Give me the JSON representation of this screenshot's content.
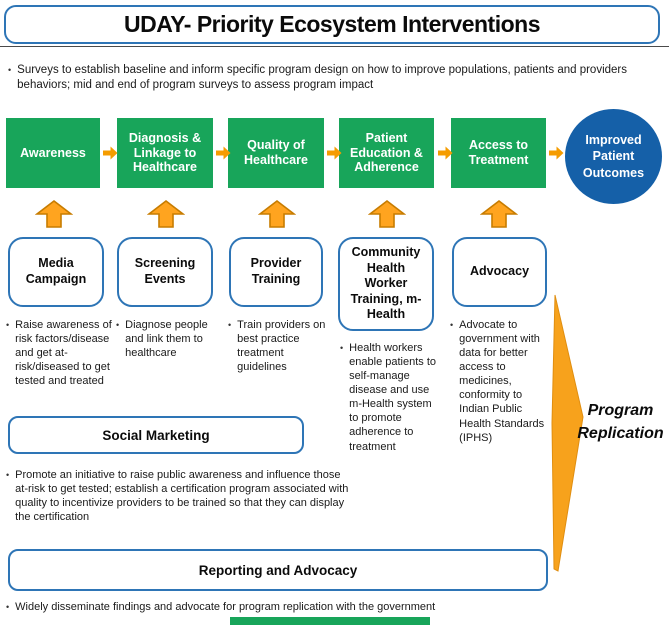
{
  "title": "UDAY- Priority Ecosystem Interventions",
  "top_note": "Surveys to establish baseline and inform specific program design on how to improve populations, patients and providers behaviors; mid and end of program surveys to assess program impact",
  "bullet_char": "•",
  "stages": [
    {
      "label": "Awareness"
    },
    {
      "label": "Diagnosis & Linkage to Healthcare"
    },
    {
      "label": "Quality of Healthcare"
    },
    {
      "label": "Patient Education & Adherence"
    },
    {
      "label": "Access to Treatment"
    }
  ],
  "outcome": "Improved Patient Outcomes",
  "interventions": [
    {
      "label": "Media Campaign",
      "note": "Raise awareness of risk factors/disease and get at-risk/diseased to get tested and treated"
    },
    {
      "label": "Screening Events",
      "note": "Diagnose people and link them to healthcare"
    },
    {
      "label": "Provider Training",
      "note": "Train providers on best practice treatment guidelines"
    },
    {
      "label": "Community Health Worker Training, m-Health",
      "note": "Health workers enable patients to self-manage disease and use m-Health system to promote adherence to treatment"
    },
    {
      "label": "Advocacy",
      "note": "Advocate to government with data for better access to medicines, conformity to Indian Public Health Standards (IPHS)"
    }
  ],
  "social_marketing": {
    "label": "Social Marketing",
    "note": "Promote an initiative to raise public awareness and influence those at-risk to get tested; establish a certification program associated with quality to incentivize providers to be trained so that they can display the certification"
  },
  "reporting": {
    "label": "Reporting and Advocacy",
    "note": "Widely disseminate findings and advocate for program replication with the government"
  },
  "program_replication": "Program Replication",
  "colors": {
    "stage_green": "#18a55a",
    "flow_orange": "#f59c00",
    "up_arrow_fill": "#ffa41f",
    "up_arrow_stroke": "#c77c00",
    "big_arrow_fill": "#f7a21c",
    "outcome_blue": "#1560a8",
    "border_blue": "#2e75b6"
  }
}
